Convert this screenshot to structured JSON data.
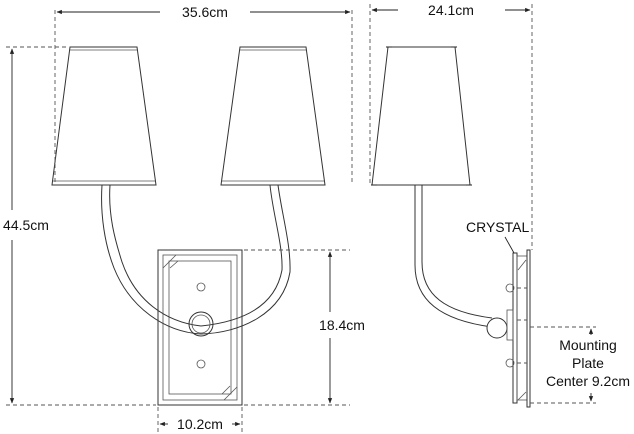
{
  "dimensions": {
    "front_width": "35.6cm",
    "height": "44.5cm",
    "plate_height": "18.4cm",
    "plate_width": "10.2cm",
    "side_depth": "24.1cm"
  },
  "labels": {
    "material": "CRYSTAL",
    "mounting_line1": "Mounting",
    "mounting_line2": "Plate",
    "mounting_line3": "Center 9.2cm"
  }
}
